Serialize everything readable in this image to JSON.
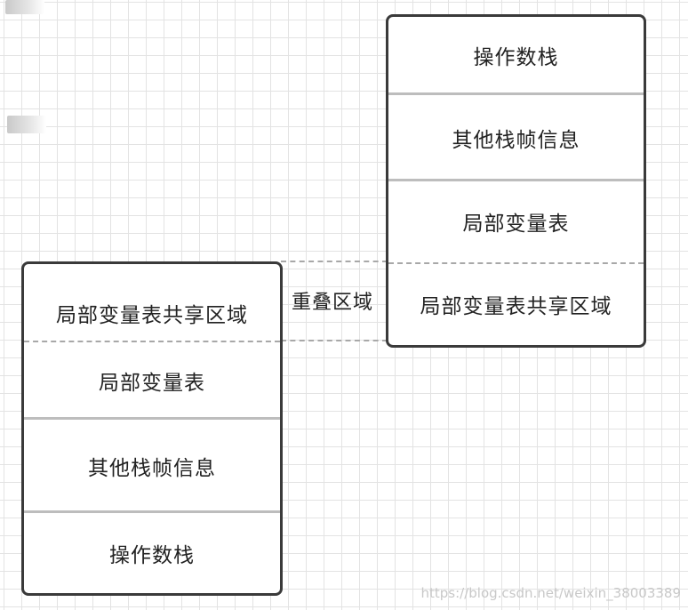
{
  "right_frame": {
    "cells": [
      "操作数栈",
      "其他栈帧信息",
      "局部变量表",
      "局部变量表共享区域"
    ]
  },
  "left_frame": {
    "cells": [
      "局部变量表共享区域",
      "局部变量表",
      "其他栈帧信息",
      "操作数栈"
    ]
  },
  "overlap_label": "重叠区域",
  "watermark": "https://blog.csdn.net/weixin_38003389"
}
